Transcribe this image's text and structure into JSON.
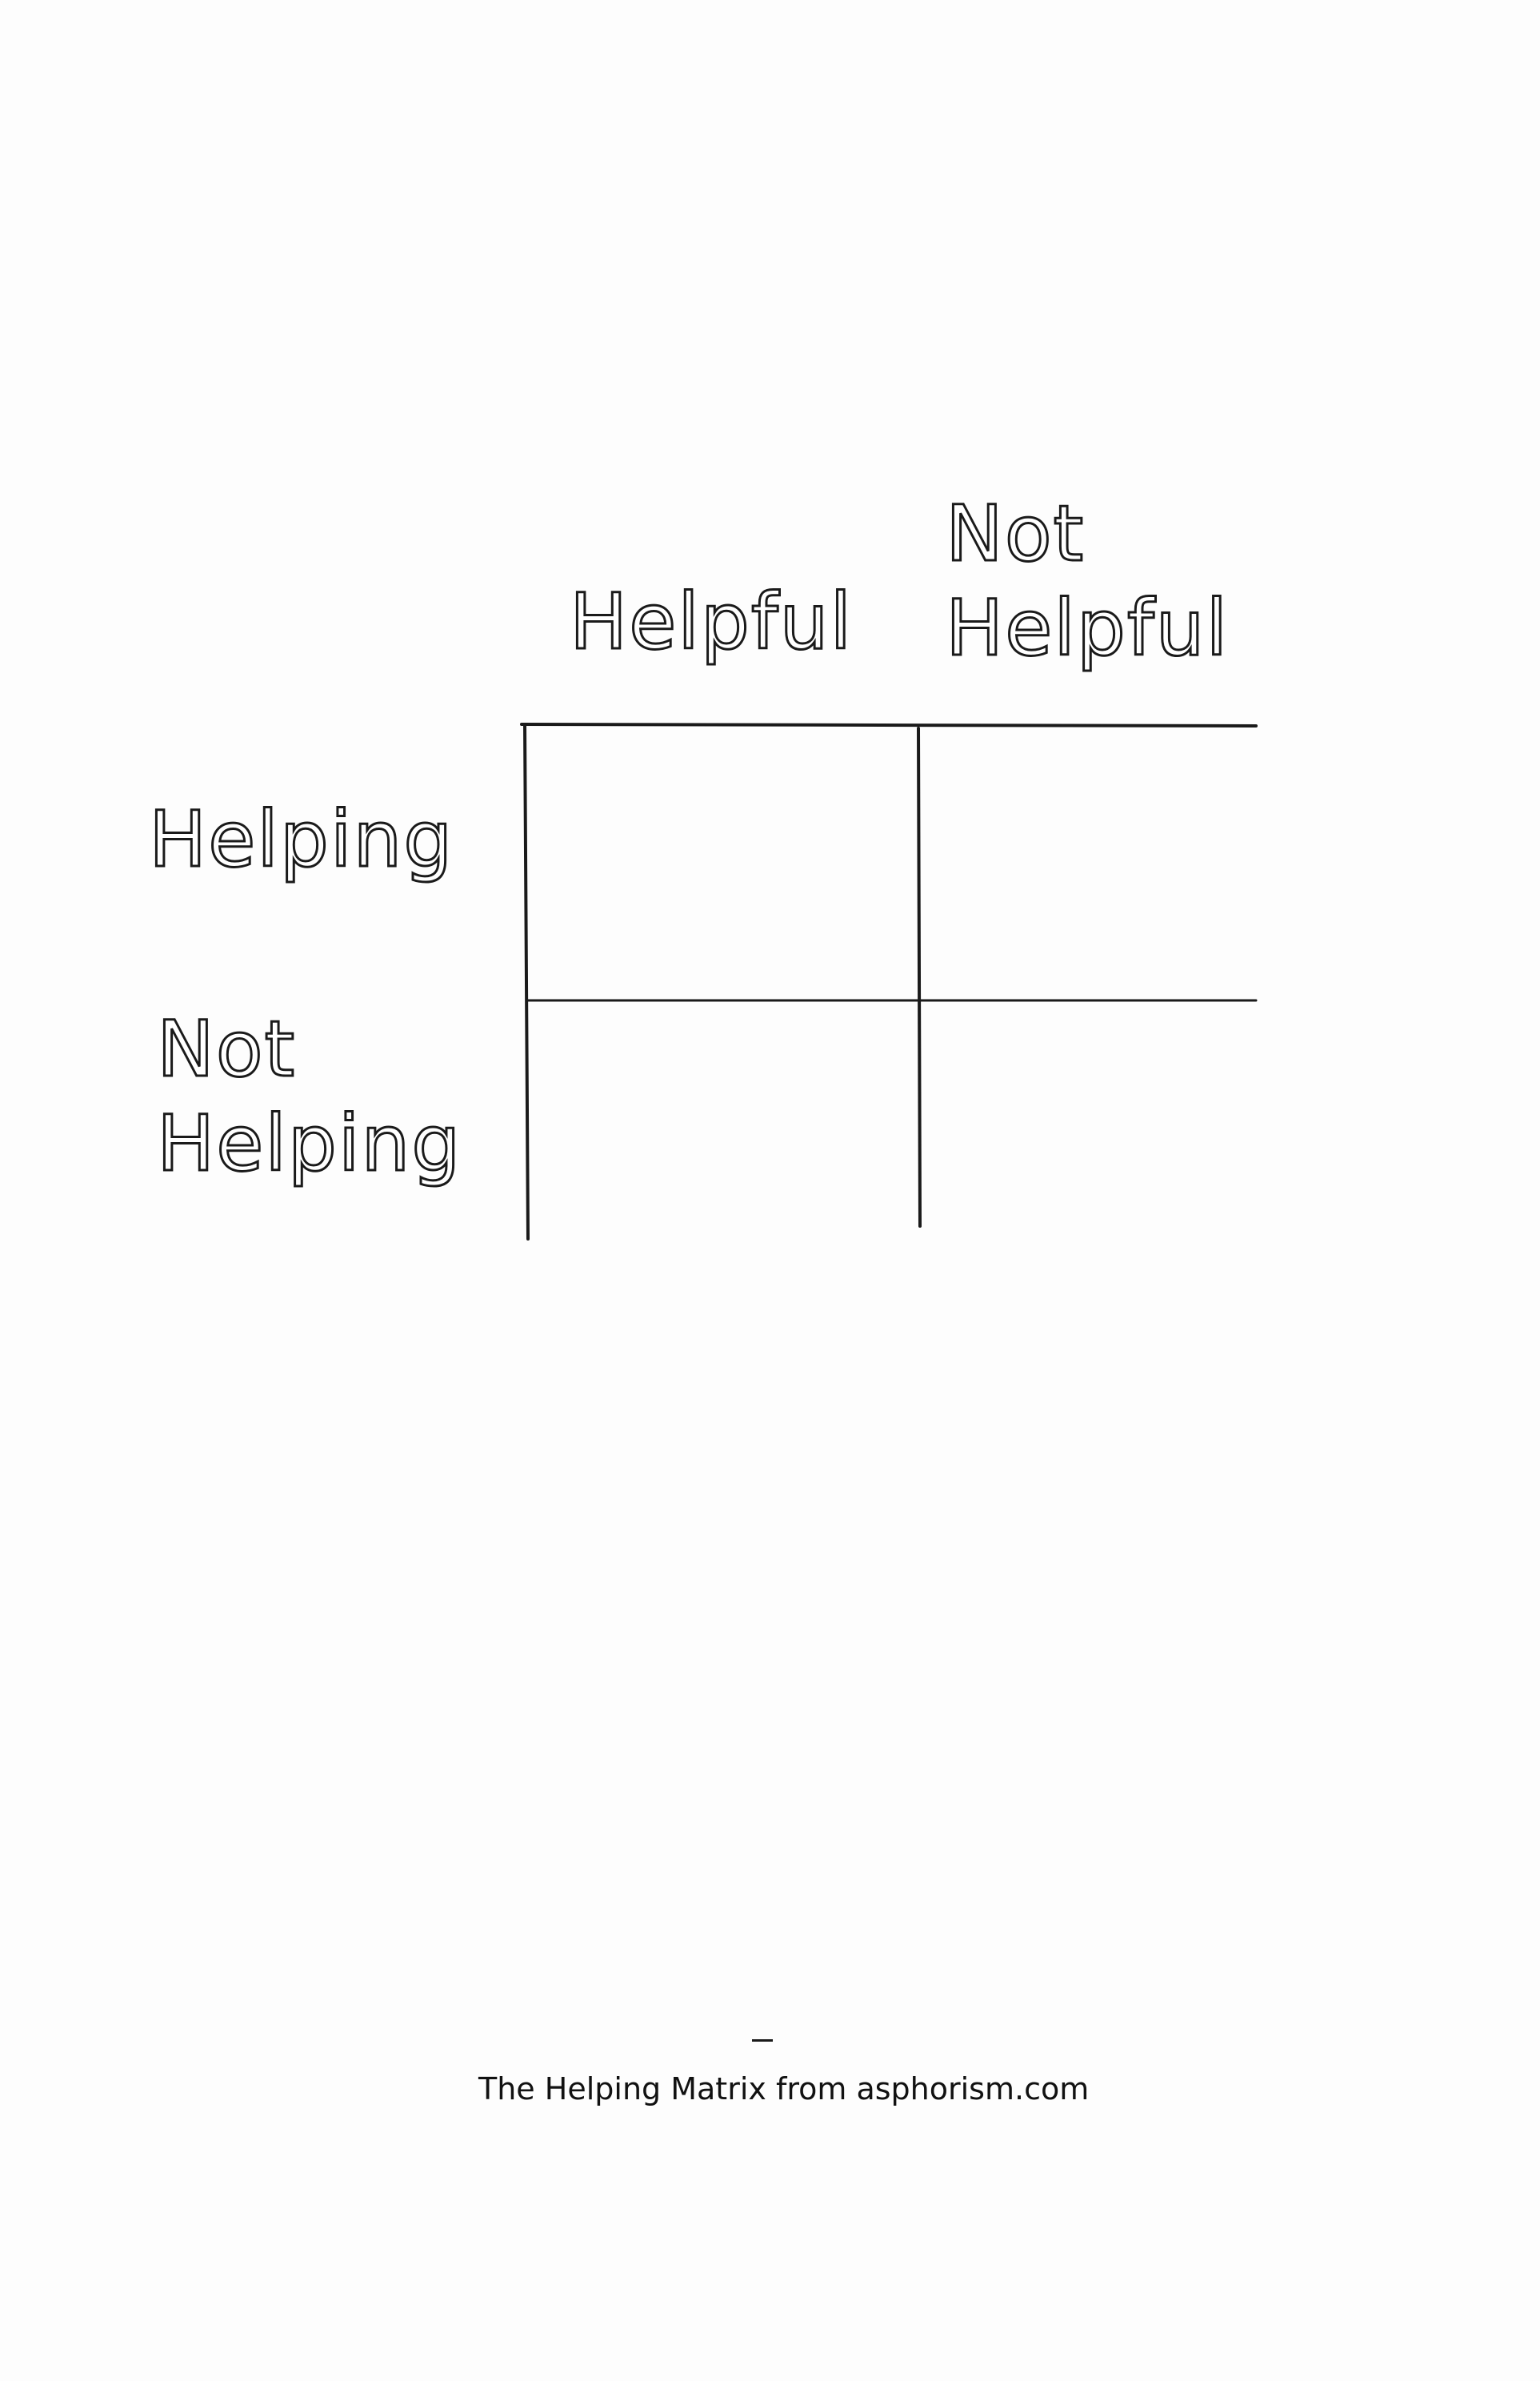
{
  "matrix": {
    "columns": [
      "Helpful",
      "Not\nHelpful"
    ],
    "rows": [
      "Helping",
      "Not\nHelping"
    ],
    "cells": [
      [
        "",
        ""
      ],
      [
        "",
        ""
      ]
    ]
  },
  "caption": "The Helping Matrix from asphorism.com",
  "colors": {
    "ink": "#1a1a1a",
    "paper": "#fdfdfd"
  }
}
